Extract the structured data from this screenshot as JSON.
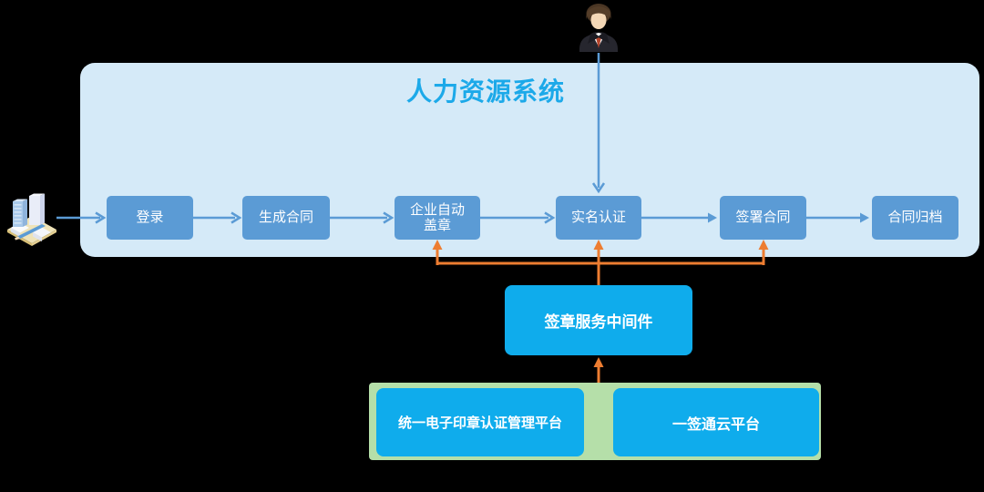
{
  "title": "人力资源系统",
  "flow": {
    "steps": [
      "登录",
      "生成合同",
      "企业自动\n盖章",
      "实名认证",
      "签署合同",
      "合同归档"
    ]
  },
  "middleware": {
    "label": "签章服务中间件"
  },
  "platforms": {
    "items": [
      "统一电子印章认证管理平台",
      "一签通云平台"
    ]
  },
  "icons": {
    "actor": "businessman-icon",
    "organization": "building-icon"
  },
  "colors": {
    "container_bg": "#d5eaf8",
    "step_box_blue": "#5b9bd5",
    "bright_blue": "#0facec",
    "title_blue": "#1ca9e9",
    "green_bg": "#b5dfa9",
    "orange": "#ed7d31",
    "arrow_blue": "#5b9bd5",
    "background": "#000000"
  }
}
